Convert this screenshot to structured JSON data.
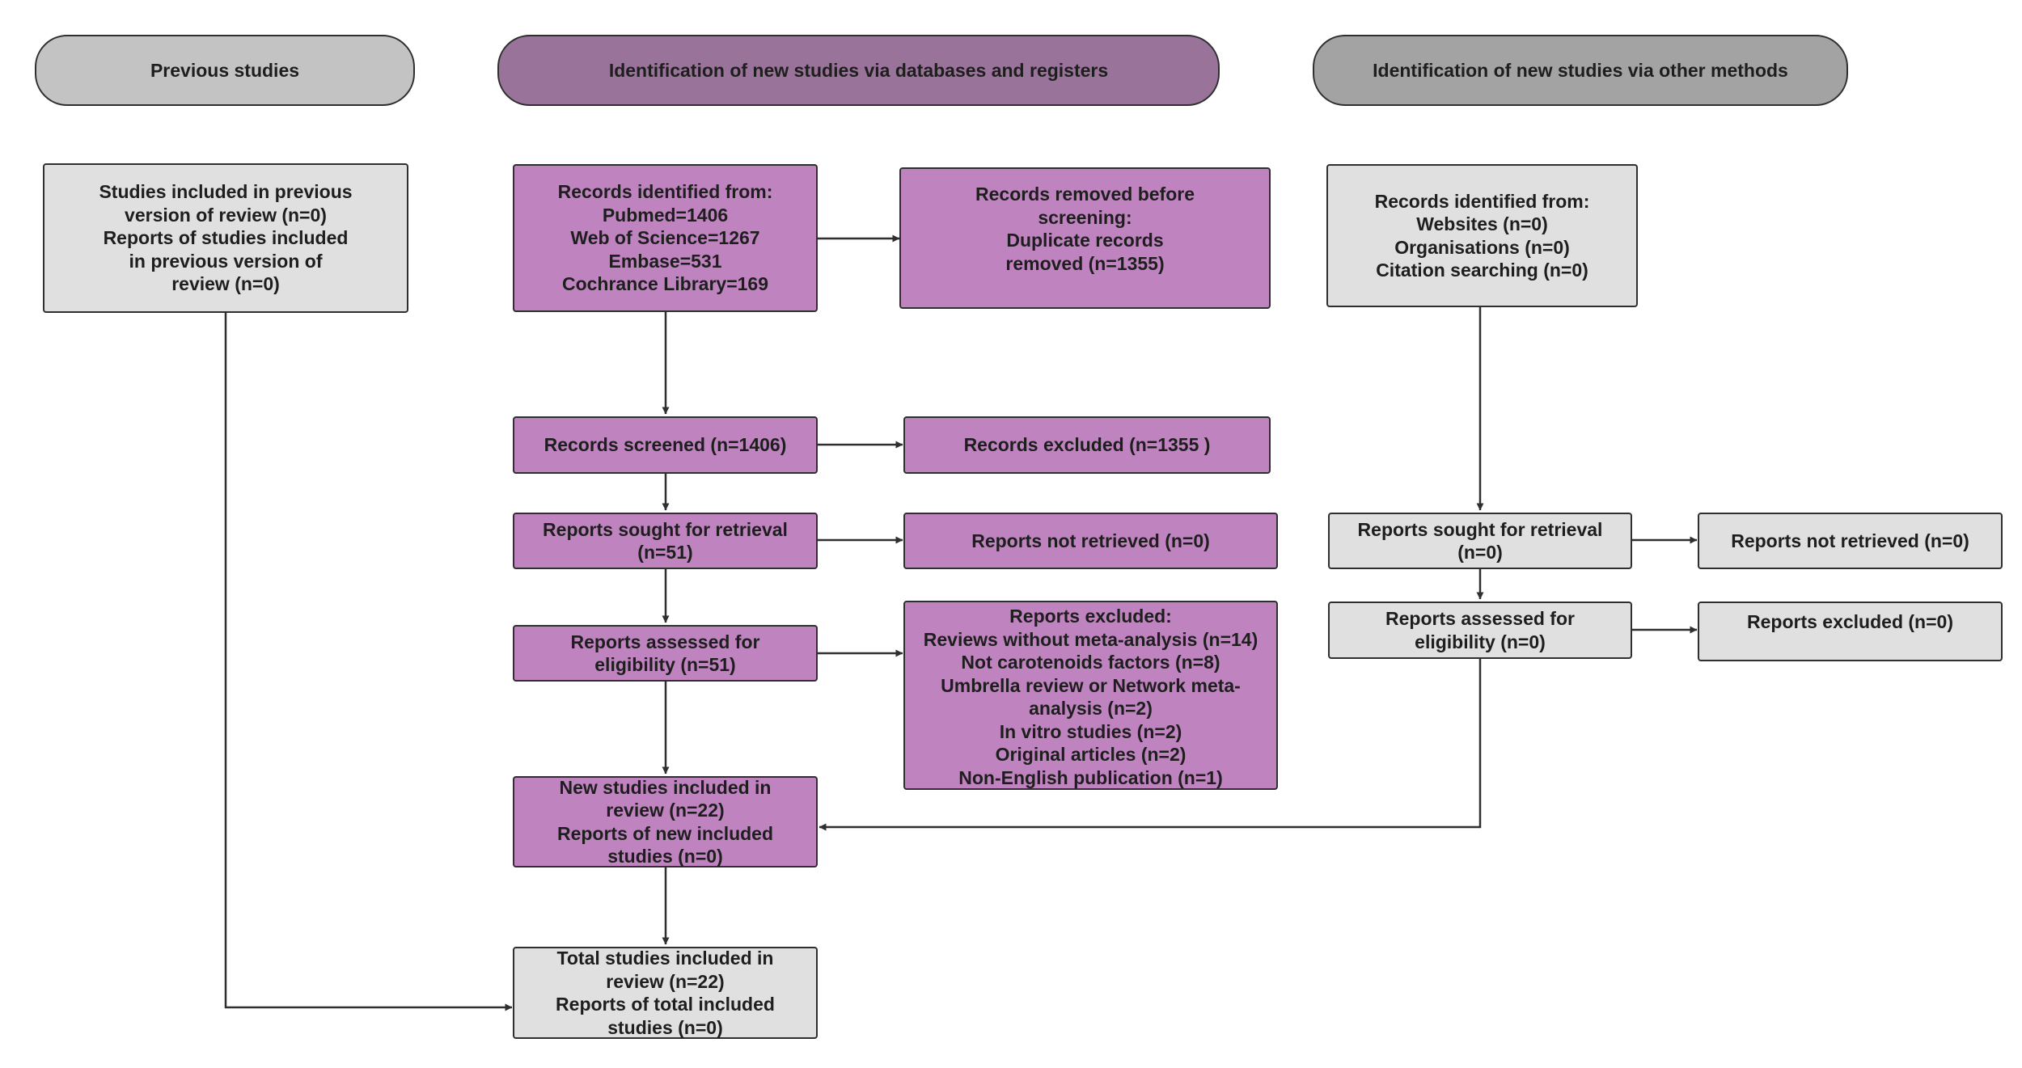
{
  "headers": {
    "previous": "Previous studies",
    "databases": "Identification of new studies via databases and registers",
    "other": "Identification of new studies via other methods"
  },
  "previous": {
    "included": [
      "Studies included in previous",
      "version of review (n=0)",
      "Reports of studies included",
      "in previous version of",
      "review (n=0)"
    ]
  },
  "databases": {
    "identified": [
      "Records identified from:",
      "Pubmed=1406",
      "Web of Science=1267",
      "Embase=531",
      "Cochrance Library=169"
    ],
    "removed": [
      "Records removed before",
      "screening:",
      "Duplicate records",
      "removed (n=1355)"
    ],
    "screened": [
      "Records screened (n=1406)"
    ],
    "excluded": [
      "Records excluded (n=1355 )"
    ],
    "sought": [
      "Reports sought for retrieval",
      "(n=51)"
    ],
    "not_retrieved": [
      "Reports not retrieved (n=0)"
    ],
    "assessed": [
      "Reports assessed for",
      "eligibility (n=51)"
    ],
    "reports_excluded": [
      "Reports excluded:",
      "Reviews without meta-analysis (n=14)",
      "Not carotenoids factors (n=8)",
      "Umbrella review or Network meta-",
      "analysis (n=2)",
      "In vitro studies (n=2)",
      "Original articles (n=2)",
      "Non-English publication (n=1)"
    ],
    "new_included": [
      "New studies included in",
      "review (n=22)",
      "Reports of new included",
      "studies (n=0)"
    ],
    "total_included": [
      "Total studies included in",
      "review (n=22)",
      "Reports of total included",
      "studies (n=0)"
    ]
  },
  "other": {
    "identified": [
      "Records identified from:",
      "Websites (n=0)",
      "Organisations (n=0)",
      "Citation searching (n=0)"
    ],
    "sought": [
      "Reports sought for retrieval",
      "(n=0)"
    ],
    "not_retrieved": [
      "Reports not retrieved (n=0)"
    ],
    "assessed": [
      "Reports assessed for",
      "eligibility (n=0)"
    ],
    "excluded": [
      "Reports excluded (n=0)"
    ]
  },
  "colors": {
    "database_boxes": "#bf84bf",
    "database_header": "#99739a",
    "grey_boxes": "#e0e0e0",
    "previous_header": "#c3c3c3",
    "other_header": "#a3a3a3",
    "lines": "#2f2f2f"
  }
}
